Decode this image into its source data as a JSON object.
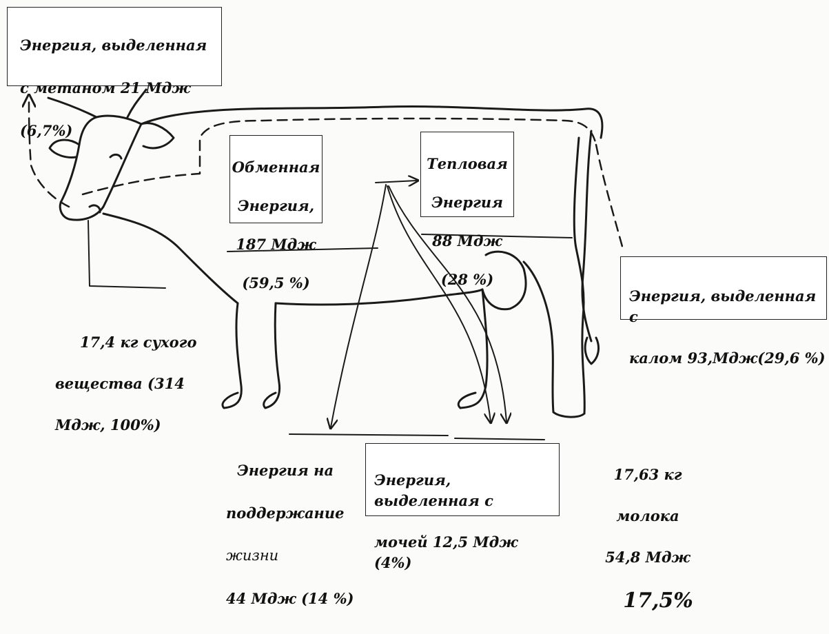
{
  "diagram": {
    "methane_box": {
      "line1": "Энергия, выделенная",
      "line2": "с метаном 21 Мдж",
      "line3": "(6,7%)"
    },
    "metabolic_box": {
      "line1": "Обменная",
      "line2": "Энергия,",
      "line3": "187 Мдж",
      "line4": "(59,5 %)"
    },
    "heat_box": {
      "line1": "Тепловая",
      "line2": "Энергия",
      "line3": "88 Мдж",
      "line4": "(28 %)"
    },
    "feces_box": {
      "line1": "Энергия, выделенная с",
      "line2": "калом 93,Мдж(29,6 %)"
    },
    "urine_box": {
      "line1": "Энергия, выделенная с",
      "line2": "мочей 12,5 Мдж (4%)"
    },
    "dry_matter": {
      "line1": "17,4 кг сухого",
      "line2": "вещества (314",
      "line3": "Мдж, 100%)"
    },
    "maintenance": {
      "line1": "Энергия на",
      "line2": "поддержание",
      "line3": "жизни",
      "line4": "44 Мдж (14 %)"
    },
    "milk": {
      "line1": "17,63 кг",
      "line2": "молока",
      "line3": "54,8 Мдж",
      "percent": "17,5%"
    }
  }
}
